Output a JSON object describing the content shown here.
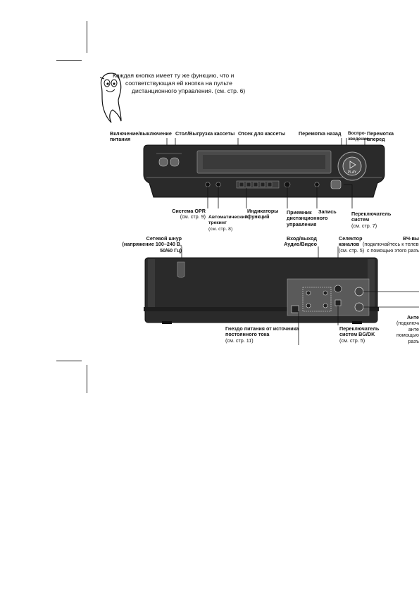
{
  "note": {
    "line1": "Каждая кнопка имеет ту же функцию, что и",
    "line2": "соответствующая ей кнопка на пульте",
    "line3": "дистанционного управления. (см. стр. 6)"
  },
  "front": {
    "power": {
      "line1": "Включение/выключение",
      "line2": "питания"
    },
    "eject": "Стол/Выгрузка кассеты",
    "cassette_slot": "Отсек для кассеты",
    "rewind": "Перемотка назад",
    "play": {
      "line1": "Воспро-",
      "line2": "зведение"
    },
    "ffwd": {
      "line1": "Перемотка",
      "line2": "вперед"
    },
    "opr": {
      "line1": "Система OPR",
      "ref": "(см. стр. 9)"
    },
    "tracking": {
      "line1": "Автоматический",
      "line2": "трекинг",
      "ref": "(см. стр. 8)"
    },
    "indicators": {
      "line1": "Индикаторы",
      "line2": "функций"
    },
    "receiver": {
      "line1": "Приемник",
      "line2": "дистанционного",
      "line3": "управления"
    },
    "record": "Запись",
    "system_switch": {
      "line1": "Переключатель",
      "line2": "систем",
      "ref": "(см. стр. 7)"
    },
    "panel_play_label": "PLAY"
  },
  "rear": {
    "power_cord": {
      "line1": "Сетевой шнур",
      "line2": "(напряжение 100–240 В,",
      "line3": "50/60 Гц)"
    },
    "av_io": {
      "line1": "Вход/выход",
      "line2": "Аудио/Видео"
    },
    "channel_selector": {
      "line1": "Селектор",
      "line2": "каналов",
      "ref": "(см. стр. 5)"
    },
    "rf_out": {
      "line1": "ВЧ-вы",
      "line2": "(подключайтесь к телеви",
      "line3": "с помощью этого разъ"
    },
    "antenna": {
      "line1": "Анте",
      "line2": "(подключа",
      "line3": "анте",
      "line4": "помощью эт",
      "line5": "разъ"
    },
    "dc_jack": {
      "line1": "Гнездо питания от источника",
      "line2": "постоянного тока",
      "ref": "(см. стр. 11)"
    },
    "bgdk_switch": {
      "line1": "Переключатель",
      "line2": "систем BG/DK",
      "ref": "(см. стр. 5)"
    }
  },
  "colors": {
    "device_body": "#2a2a2a",
    "device_panel": "#5a5a5a",
    "ink": "#111111"
  },
  "icons": {
    "mascot": "cartoon-ghost-icon"
  }
}
